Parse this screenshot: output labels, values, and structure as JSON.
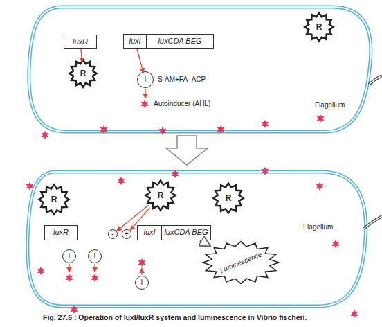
{
  "diagram": {
    "caption": "Fig. 27.6 : Operation of luxI/luxR system and luminescence in Vibrio fischeri.",
    "nodes": [
      {
        "text": [
          "luxR"
        ]
      },
      {
        "text": [
          "luxI"
        ]
      },
      {
        "text": [
          "luxCDA BEG"
        ]
      },
      {
        "text": [
          "R"
        ]
      },
      {
        "text": [
          "R"
        ]
      },
      {
        "text": [
          "I"
        ]
      },
      {
        "text": [
          "luxR"
        ]
      },
      {
        "text": [
          "luxI"
        ]
      },
      {
        "text": [
          "luxCDA BEG"
        ]
      },
      {
        "text": [
          "R"
        ]
      },
      {
        "text": [
          "R"
        ]
      },
      {
        "text": [
          "R"
        ]
      },
      {
        "text": [
          "-"
        ]
      },
      {
        "text": [
          "+"
        ]
      },
      {
        "text": [
          "I"
        ]
      },
      {
        "text": [
          "I"
        ]
      },
      {
        "text": [
          "I"
        ]
      },
      {
        "text": [
          "Luminescence"
        ]
      }
    ],
    "edges": [
      {
        "from": 0,
        "to": 3,
        "arrow": "to"
      },
      {
        "from": 1,
        "to": 5,
        "arrow": "to"
      },
      {
        "from": 10,
        "to": 12,
        "arrow": "to"
      },
      {
        "from": 10,
        "to": 13,
        "arrow": "to"
      },
      {
        "from": 8,
        "to": 17,
        "arrow": "to"
      }
    ],
    "labels": [
      "S-AM+FA–ACP",
      "Autoinducer (AHL)",
      "Flagellum",
      "Flagellum"
    ]
  }
}
